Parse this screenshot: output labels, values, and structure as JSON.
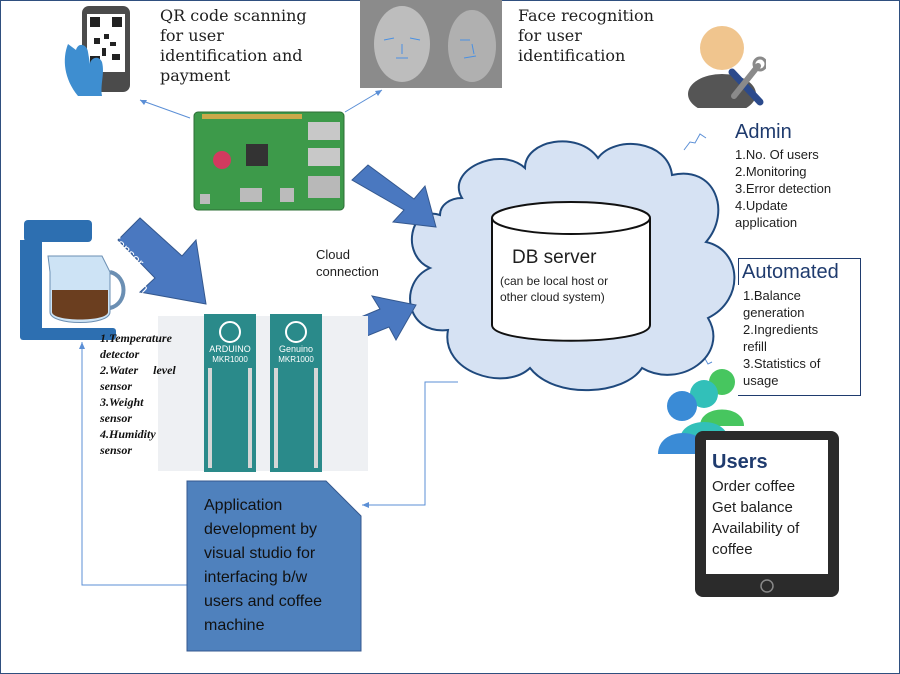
{
  "qr": {
    "title_lines": [
      "QR code scanning",
      "for user",
      "identification and",
      "payment"
    ]
  },
  "face": {
    "title_lines": [
      "Face recognition",
      "for user",
      "identification"
    ]
  },
  "admin": {
    "title": "Admin",
    "items": [
      "1.No. Of users",
      "2.Monitoring",
      "3.Error detection",
      "4.Update",
      "application"
    ]
  },
  "db": {
    "title": "DB server",
    "subtitle_lines": [
      "(can be local host or",
      "other cloud system)"
    ]
  },
  "cloud": {
    "label_lines": [
      "Cloud",
      "connection"
    ]
  },
  "sensor_arrow": {
    "label_lines": [
      "Sensor",
      "connection"
    ]
  },
  "sensors": {
    "items": [
      "1.Temperature",
      "detector",
      "2.Water     level",
      "sensor",
      "3.Weight",
      "sensor",
      "4.Humidity",
      "sensor"
    ]
  },
  "automated": {
    "title": "Automated",
    "items": [
      "1.Balance",
      "generation",
      "2.Ingredients",
      "refill",
      "3.Statistics of",
      "usage"
    ]
  },
  "users": {
    "title": "Users",
    "items": [
      "Order coffee",
      "Get balance",
      "Availability of",
      "coffee"
    ]
  },
  "app": {
    "lines": [
      "Application",
      "development by",
      "visual studio for",
      "interfacing b/w",
      "users and coffee",
      "machine"
    ]
  },
  "boards": {
    "left_label": "ARDUINO",
    "left_model": "MKR1000",
    "right_label": "Genuino",
    "right_model": "MKR1000"
  },
  "colors": {
    "arrow_blue": "#4a78c0",
    "box_blue": "#4f81bd",
    "heading_blue": "#1f3b6e",
    "cloud_stroke": "#1f497d",
    "arduino_teal": "#2a8a8a"
  }
}
